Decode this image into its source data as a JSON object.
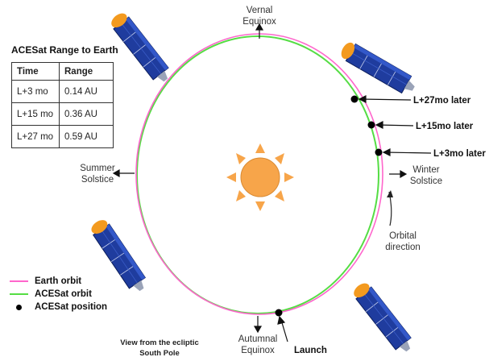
{
  "table": {
    "title": "ACESat Range to Earth",
    "headers": [
      "Time",
      "Range"
    ],
    "rows": [
      [
        "L+3 mo",
        "0.14 AU"
      ],
      [
        "L+15 mo",
        "0.36 AU"
      ],
      [
        "L+27 mo",
        "0.59 AU"
      ]
    ]
  },
  "labels": {
    "vernal": [
      "Vernal",
      "Equinox"
    ],
    "summer": [
      "Summer",
      "Solstice"
    ],
    "winter": [
      "Winter",
      "Solstice"
    ],
    "autumnal": [
      "Autumnal",
      "Equinox"
    ],
    "orbital": [
      "Orbital",
      "direction"
    ],
    "launch": "Launch",
    "l27": "L+27mo later",
    "l15": "L+15mo later",
    "l3": "L+3mo later",
    "view": [
      "View from the ecliptic",
      "South Pole"
    ]
  },
  "legend": [
    {
      "label": "Earth orbit",
      "color": "#ff66cc",
      "kind": "line"
    },
    {
      "label": "ACESat orbit",
      "color": "#55dd44",
      "kind": "line"
    },
    {
      "label": "ACESat position",
      "color": "#000000",
      "kind": "dot"
    }
  ],
  "colors": {
    "earth_orbit": "#ff66cc",
    "acesat_orbit": "#55dd44",
    "sun": "#f7a54a",
    "satellite_body": "#1f3c9e",
    "satellite_cap": "#f39a1f"
  },
  "icons": [
    "sun-icon",
    "satellite-icon"
  ]
}
